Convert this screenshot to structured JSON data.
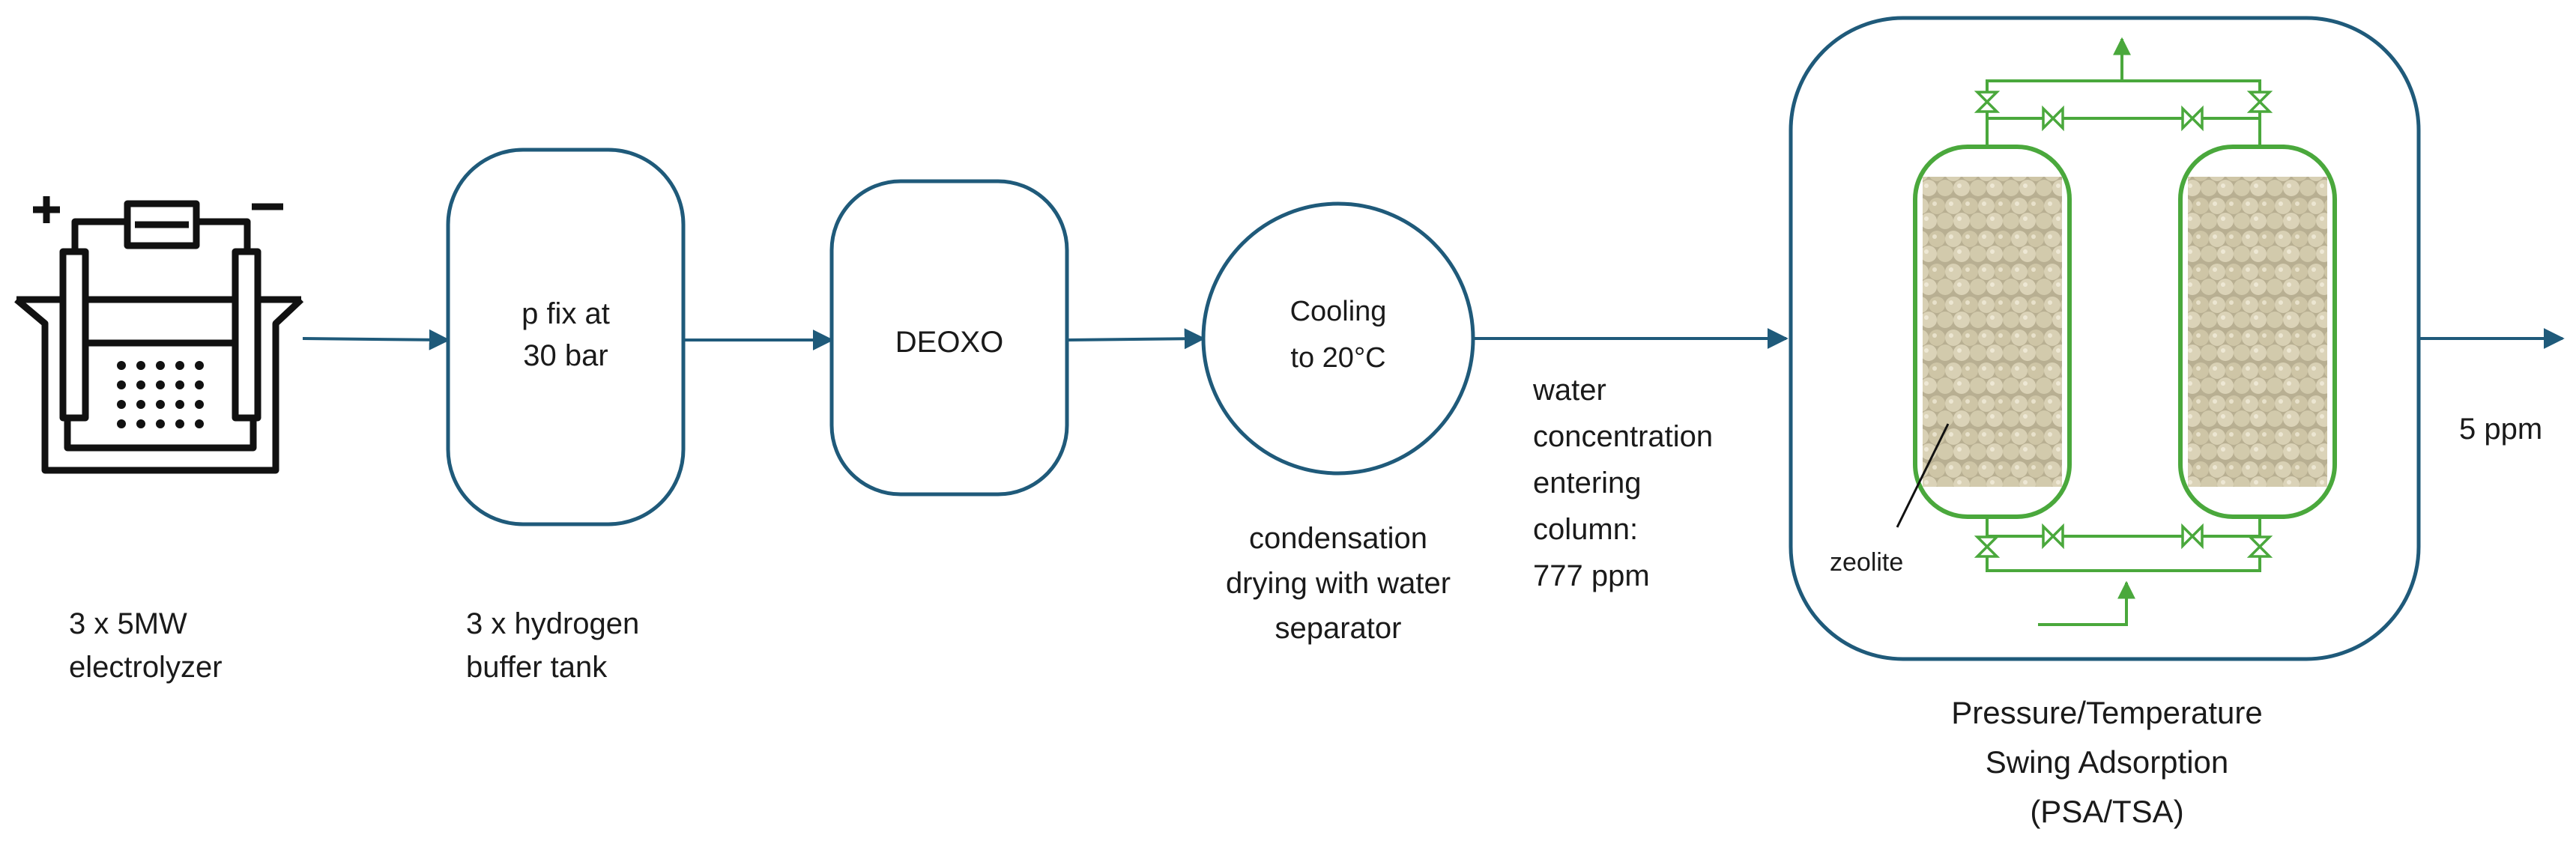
{
  "colors": {
    "flow": "#1f5a7a",
    "psa": "#4aa83c",
    "text": "#1a1a1a",
    "icon": "#111111",
    "zeolite": "#cfc6a8"
  },
  "electrolyzer": {
    "icon": "electrolyzer-icon",
    "plus": "+",
    "minus": "−",
    "label_line1": "3 x 5MW",
    "label_line2": "electrolyzer"
  },
  "buffer_tank": {
    "box_line1": "p fix at",
    "box_line2": "30 bar",
    "label_line1": "3 x hydrogen",
    "label_line2": "buffer tank"
  },
  "deoxo": {
    "box_text": "DEOXO"
  },
  "cooling": {
    "circle_line1": "Cooling",
    "circle_line2": "to 20°C",
    "label_line1": "condensation",
    "label_line2": "drying with water",
    "label_line3": "separator"
  },
  "water_note": {
    "line1": "water",
    "line2": "concentration",
    "line3": "entering",
    "line4": "column:",
    "line5": "777 ppm"
  },
  "psa": {
    "zeolite_label": "zeolite",
    "label_line1": "Pressure/Temperature",
    "label_line2": "Swing Adsorption",
    "label_line3": "(PSA/TSA)"
  },
  "output": {
    "text": "5 ppm"
  }
}
